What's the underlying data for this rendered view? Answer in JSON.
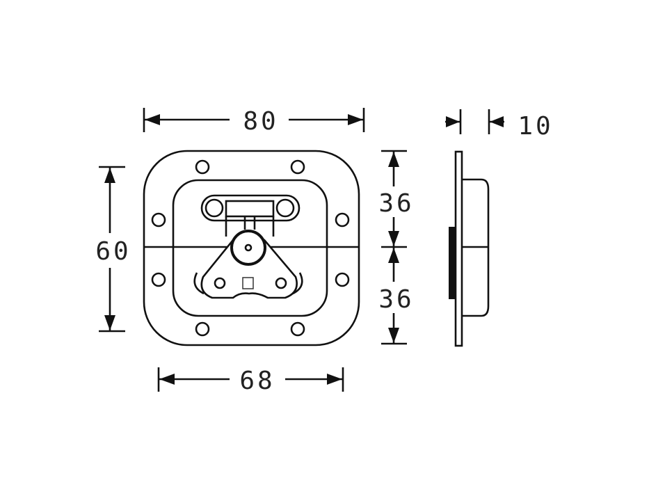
{
  "dimensions": {
    "overall_width": "80",
    "overall_height": "60",
    "hole_spacing": "68",
    "upper_half": "36",
    "lower_half": "36",
    "depth": "10"
  },
  "colors": {
    "line": "#111111",
    "background": "#ffffff"
  }
}
